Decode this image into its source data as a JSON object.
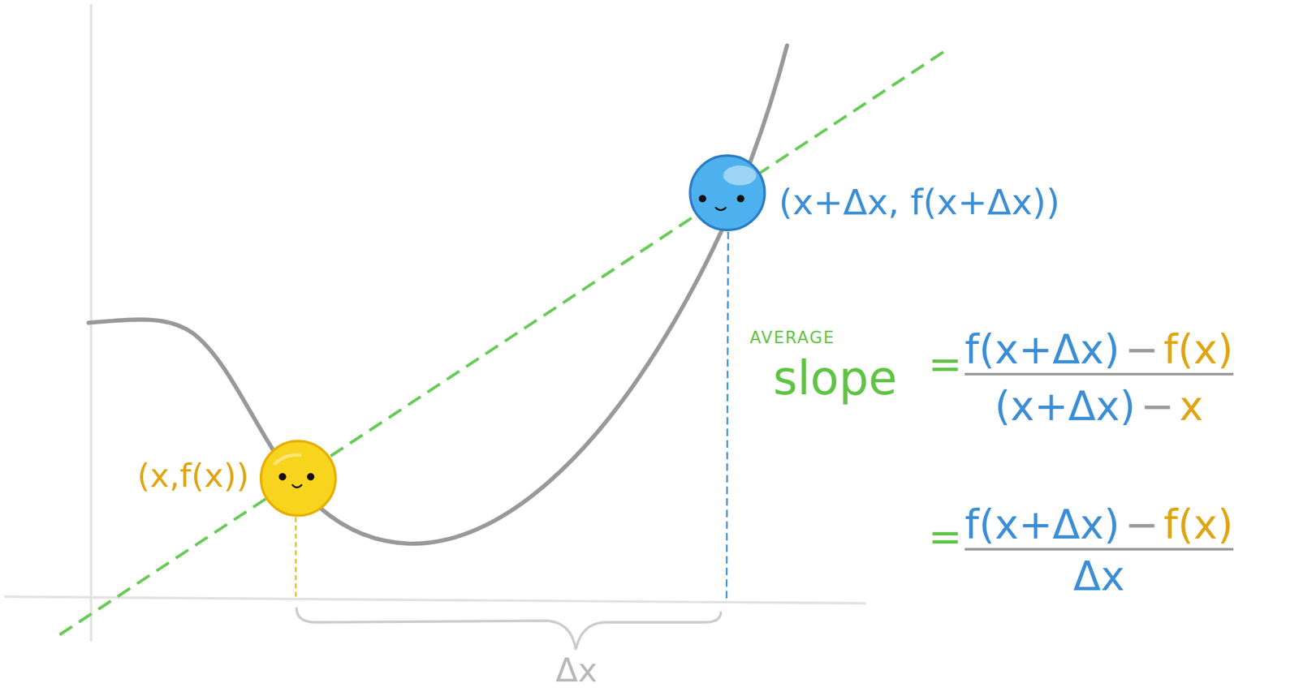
{
  "diagram": {
    "labels": [
      "(x,f(x))",
      "(x+Δx, f(x+Δx))",
      "AVERAGE",
      "slope",
      "=",
      "f(x+Δx)",
      "−",
      "f(x)",
      "(x+Δx)",
      "−",
      "x",
      "=",
      "f(x+Δx)",
      "−",
      "f(x)",
      "Δx",
      "Δx"
    ]
  }
}
